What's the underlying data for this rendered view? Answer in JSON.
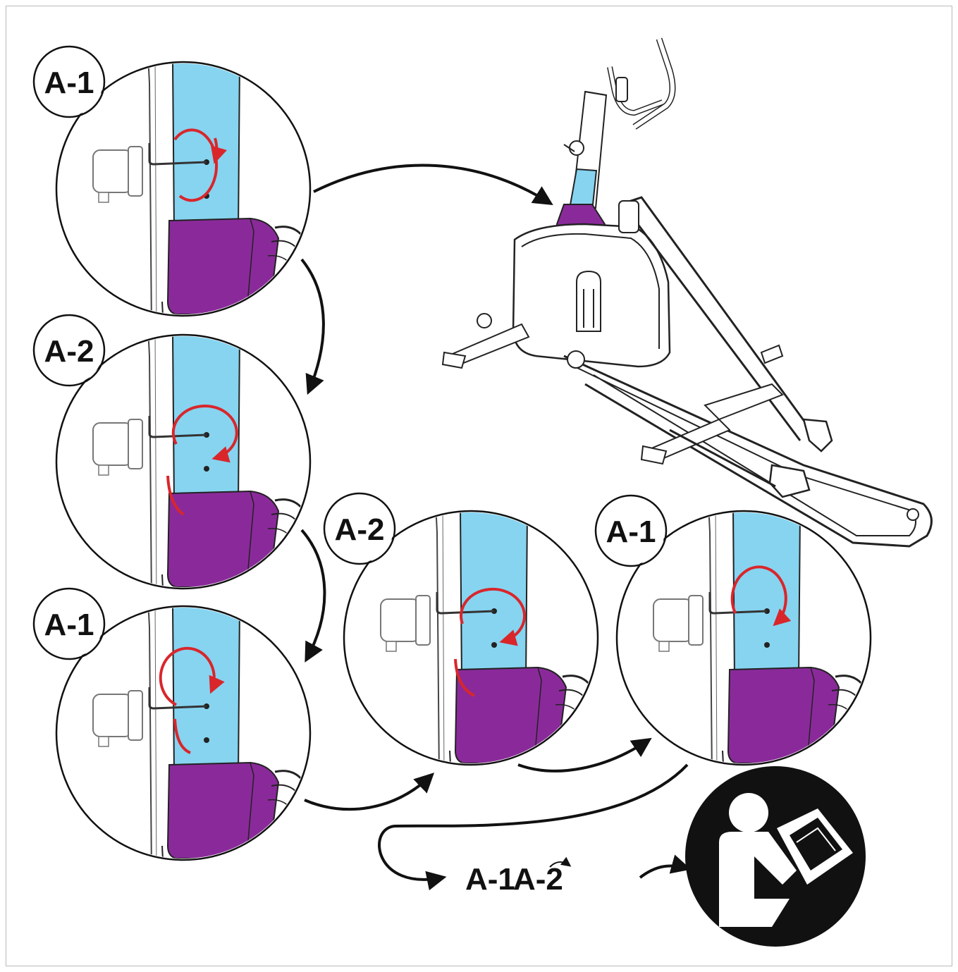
{
  "steps": [
    {
      "label": "A-1",
      "direction": "clockwise"
    },
    {
      "label": "A-2",
      "direction": "clockwise"
    },
    {
      "label": "A-1",
      "direction": "clockwise"
    },
    {
      "label": "A-2",
      "direction": "clockwise"
    },
    {
      "label": "A-1",
      "direction": "clockwise"
    }
  ],
  "sequence_text": {
    "first": "A-1",
    "second": "A-2"
  },
  "colors": {
    "upright_tube": "#86d4f0",
    "shroud": "#8a2a9a",
    "rotation_arrow": "#d9262b",
    "line": "#111111"
  },
  "icons": {
    "product": "elliptical-trainer",
    "manual": "read-manual-icon"
  }
}
